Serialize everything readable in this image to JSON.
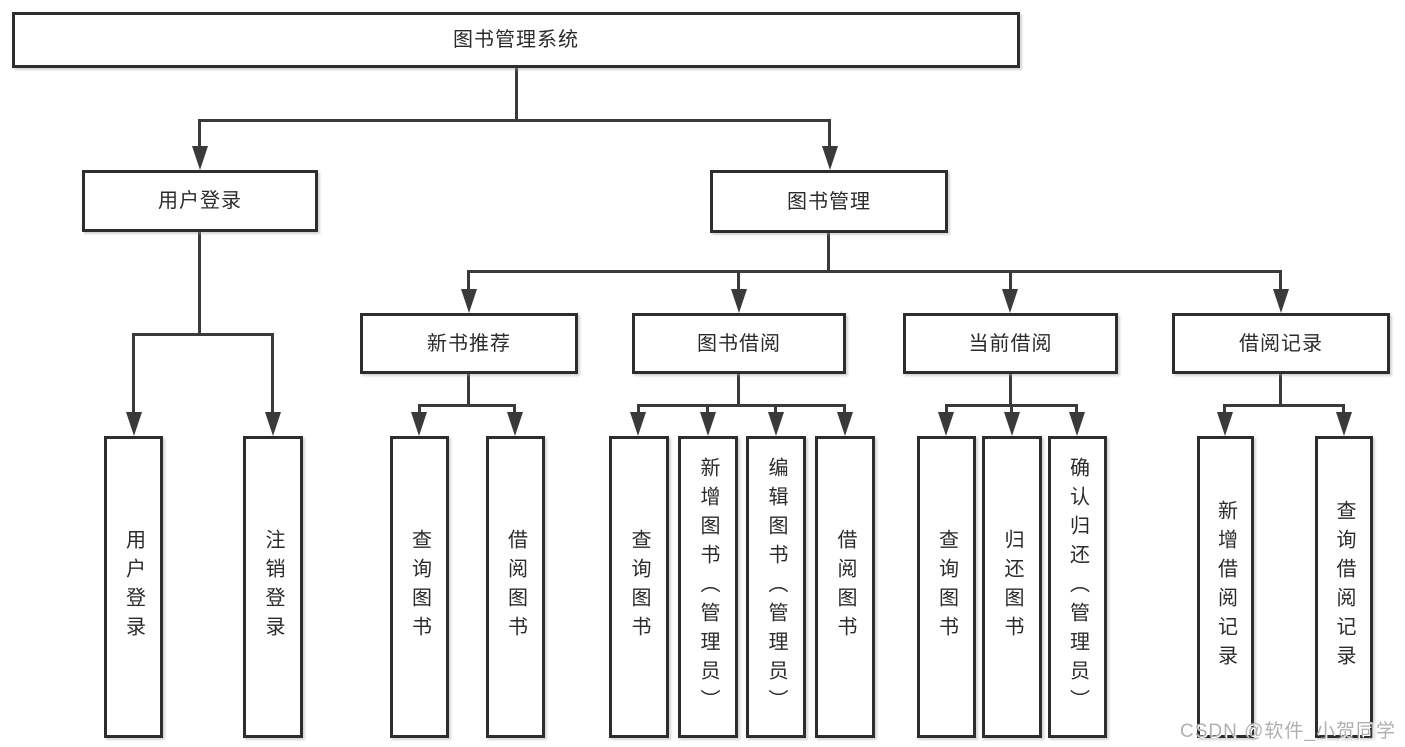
{
  "diagram": {
    "root": {
      "label": "图书管理系统"
    },
    "branches": [
      {
        "label": "用户登录",
        "children": [
          {
            "label": "用户登录"
          },
          {
            "label": "注销登录"
          }
        ]
      },
      {
        "label": "图书管理",
        "children": [
          {
            "label": "新书推荐",
            "children": [
              {
                "label": "查询图书"
              },
              {
                "label": "借阅图书"
              }
            ]
          },
          {
            "label": "图书借阅",
            "children": [
              {
                "label": "查询图书"
              },
              {
                "label": "新增图书（管理员）"
              },
              {
                "label": "编辑图书（管理员）"
              },
              {
                "label": "借阅图书"
              }
            ]
          },
          {
            "label": "当前借阅",
            "children": [
              {
                "label": "查询图书"
              },
              {
                "label": "归还图书"
              },
              {
                "label": "确认归还（管理员）"
              }
            ]
          },
          {
            "label": "借阅记录",
            "children": [
              {
                "label": "新增借阅记录"
              },
              {
                "label": "查询借阅记录"
              }
            ]
          }
        ]
      }
    ],
    "watermark": "CSDN @软件_小贺同学",
    "colors": {
      "line": "#3a3a3a",
      "border": "#2d2d2d",
      "background": "#ffffff",
      "watermark": "#b0b0b0"
    }
  }
}
